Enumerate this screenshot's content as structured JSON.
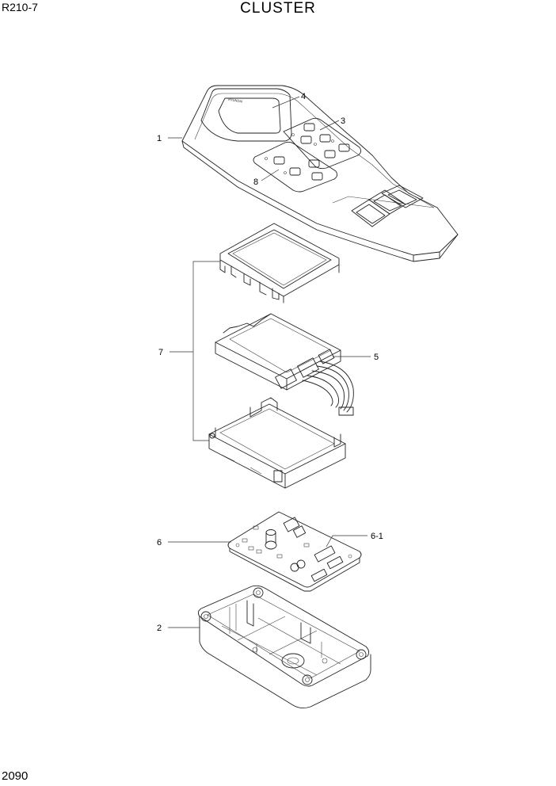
{
  "header": {
    "model": "R210-7",
    "title": "CLUSTER"
  },
  "footer": {
    "page_number": "2090"
  },
  "brand_mark": "HYUNDAI",
  "callouts": {
    "c1": "1",
    "c2": "2",
    "c3": "3",
    "c4": "4",
    "c5": "5",
    "c6": "6",
    "c6_1": "6-1",
    "c7": "7",
    "c8": "8"
  }
}
